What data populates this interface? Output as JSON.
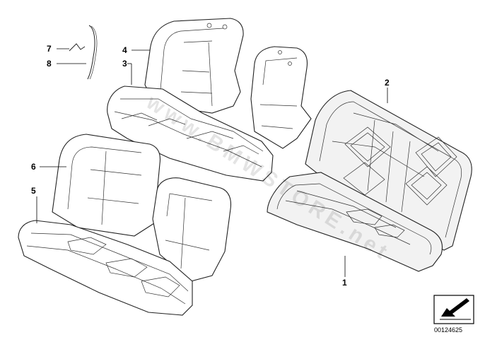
{
  "callouts": [
    {
      "id": "1",
      "label": "1"
    },
    {
      "id": "2",
      "label": "2"
    },
    {
      "id": "3",
      "label": "3"
    },
    {
      "id": "4",
      "label": "4"
    },
    {
      "id": "5",
      "label": "5"
    },
    {
      "id": "6",
      "label": "6"
    },
    {
      "id": "7",
      "label": "7"
    },
    {
      "id": "8",
      "label": "8"
    }
  ],
  "watermark": "www.BMWSTORE.net",
  "part_number": "00124625",
  "icon": "arrow-pointer-icon"
}
